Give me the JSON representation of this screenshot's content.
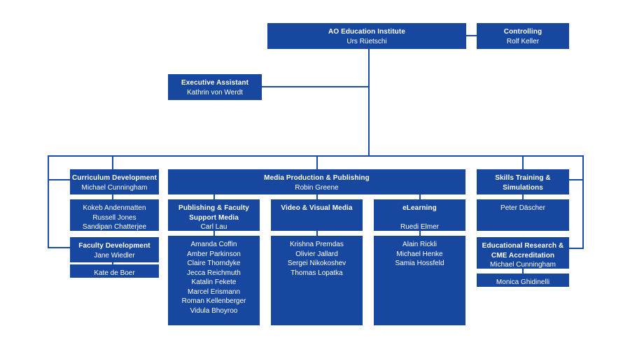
{
  "chart_title": "AO Education Institute organizational chart",
  "theme": {
    "box_fill": "#17479e",
    "connector": "#1a4ba8",
    "text": "#ffffff",
    "background": "#ffffff"
  },
  "nodes": {
    "root": {
      "title": "AO Education Institute",
      "person": "Urs Rüetschi"
    },
    "controlling": {
      "title": "Controlling",
      "person": "Rolf Keller"
    },
    "executive_assistant": {
      "title": "Executive Assistant",
      "person": "Kathrin von Werdt"
    },
    "curriculum_development": {
      "title": "Curriculum Development",
      "person": "Michael Cunningham"
    },
    "media_production": {
      "title": "Media Production & Publishing",
      "person": "Robin Greene"
    },
    "skills_training": {
      "title": "Skills Training &",
      "title2": "Simulations",
      "person": ""
    },
    "faculty_development": {
      "title": "Faculty Development",
      "person": "Jane Wiedler"
    },
    "publishing_support": {
      "title": "Publishing & Faculty",
      "title2": "Support Media",
      "person": "Carl Lau"
    },
    "video_visual": {
      "title": "Video & Visual Media",
      "person": ""
    },
    "elearning": {
      "title": "eLearning",
      "person": "Ruedi Elmer"
    },
    "educational_research": {
      "title": "Educational Research &",
      "title2": "CME Accreditation",
      "person": "Michael Cunningham"
    }
  },
  "teams": {
    "curriculum_development_members": [
      "Kokeb Andenmatten",
      "Russell Jones",
      "Sandipan Chatterjee"
    ],
    "faculty_development_members": [
      "Kate de Boer"
    ],
    "publishing_support_members": [
      "Amanda Coffin",
      "Amber Parkinson",
      "Claire Thorndyke",
      "Jecca Reichmuth",
      "Katalin Fekete",
      "Marcel Erismann",
      "Roman Kellenberger",
      "Vidula Bhoyroo"
    ],
    "video_visual_members": [
      "Krishna Premdas",
      "Olivier Jallard",
      "Sergei Nikokoshev",
      "Thomas Lopatka"
    ],
    "elearning_members": [
      "Alain Rickli",
      "Michael Henke",
      "Samia Hossfeld"
    ],
    "skills_training_members": [
      "Peter Däscher"
    ],
    "educational_research_members": [
      "Monica Ghidinelli"
    ]
  }
}
